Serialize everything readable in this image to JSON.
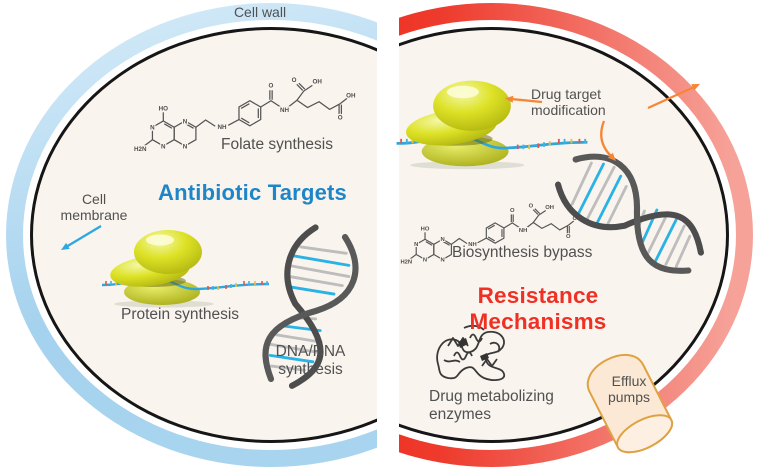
{
  "figure": {
    "left_cell": {
      "wall_label": "Cell wall",
      "membrane_label": "Cell membrane",
      "title": "Antibiotic Targets",
      "folate_label": "Folate synthesis",
      "protein_label": "Protein synthesis",
      "dna_label": "DNA/RNA synthesis"
    },
    "right_cell": {
      "title": "Resistance Mechanisms",
      "drug_target_label": "Drug target modification",
      "bypass_label": "Biosynthesis bypass",
      "enzymes_label": "Drug metabolizing enzymes",
      "efflux_label": "Efflux pumps"
    }
  },
  "molecule": {
    "name": "folate",
    "atoms": [
      "HO",
      "N",
      "N",
      "N",
      "N",
      "H2N",
      "NH",
      "O",
      "NH",
      "O",
      "OH",
      "OH",
      "O"
    ]
  },
  "colors": {
    "accent_blue": "#1e86c8",
    "accent_red": "#f03024",
    "band_blue": "#a9d4ee",
    "band_red": "#ee2b20",
    "band_red_light": "#f6a299",
    "arrow_orange": "#f58634",
    "membrane_arrow_blue": "#2fa8e1",
    "cell_interior": "#f9f4ee",
    "label_gray": "#515151",
    "dna_cyan": "#29b2e6",
    "ribosome_yellow": "#d9dd26",
    "efflux_fill": "#fbe9d5",
    "efflux_stroke": "#dfa243"
  }
}
